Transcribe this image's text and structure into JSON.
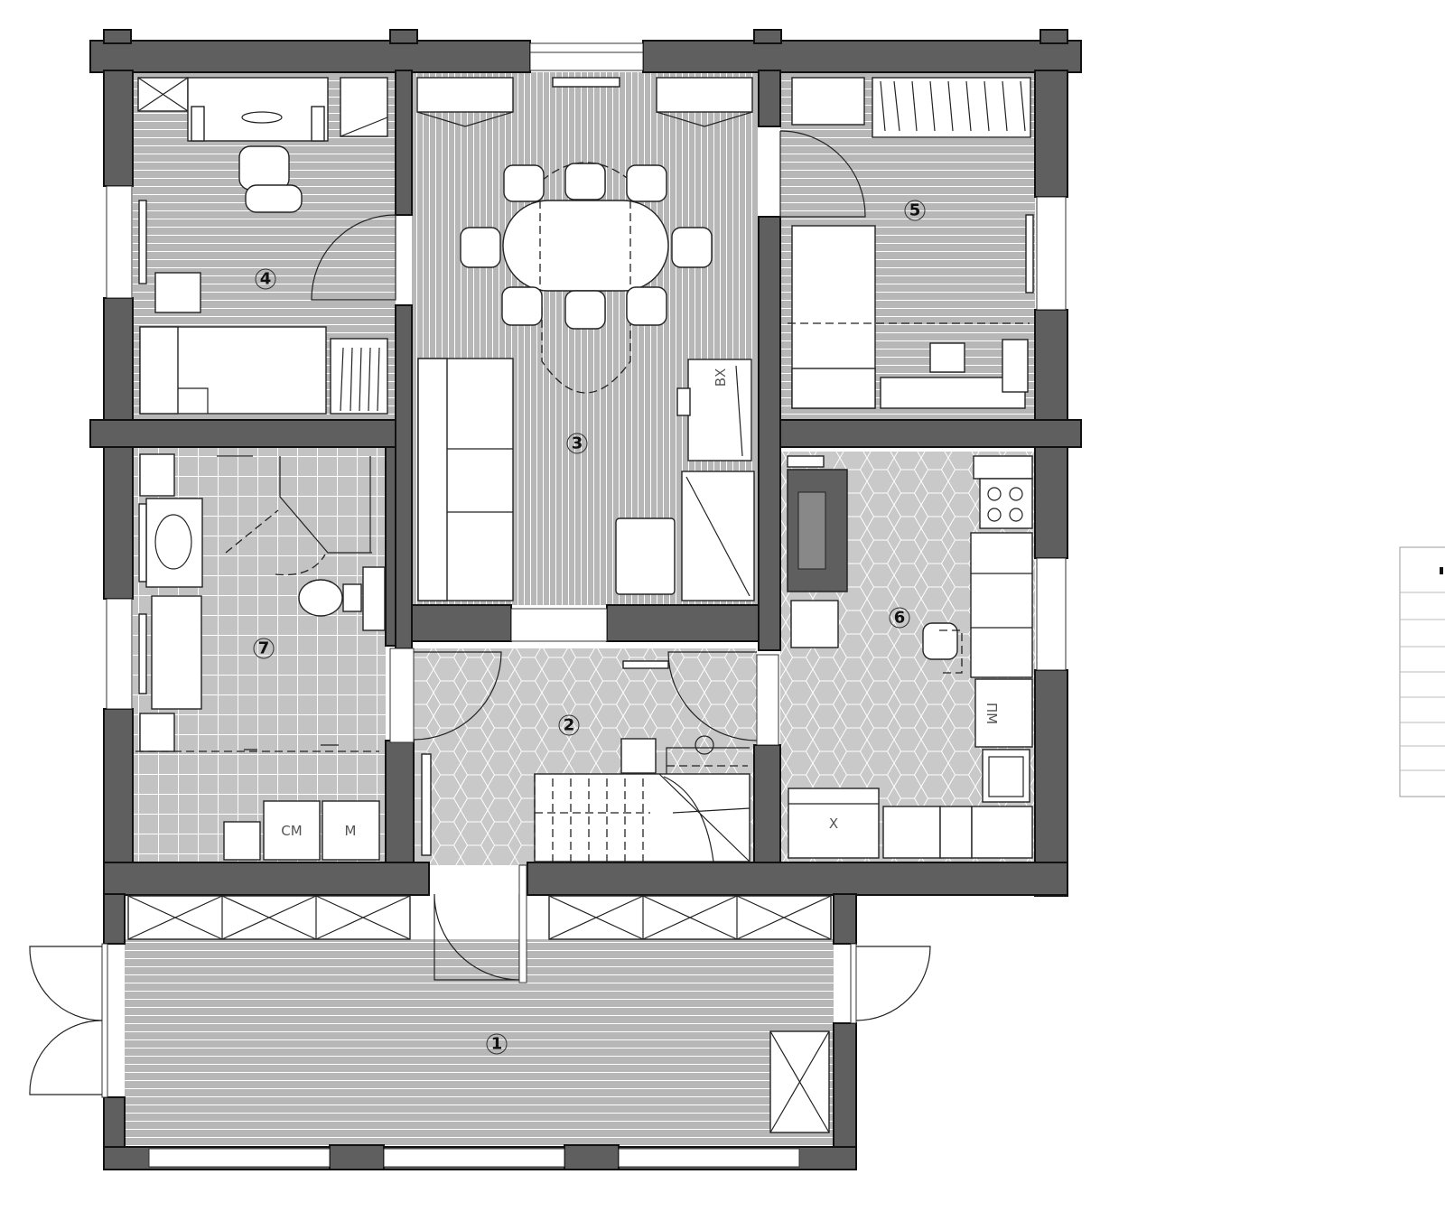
{
  "rooms": [
    {
      "id": "1",
      "label": "1"
    },
    {
      "id": "2",
      "label": "2"
    },
    {
      "id": "3",
      "label": "3"
    },
    {
      "id": "4",
      "label": "4"
    },
    {
      "id": "5",
      "label": "5"
    },
    {
      "id": "6",
      "label": "6"
    },
    {
      "id": "7",
      "label": "7"
    }
  ],
  "appliances": {
    "wardrobe_vx": "ВХ",
    "washing_machine": "СМ",
    "sink_m": "М",
    "dishwasher": "ПМ",
    "fridge": "Х"
  }
}
